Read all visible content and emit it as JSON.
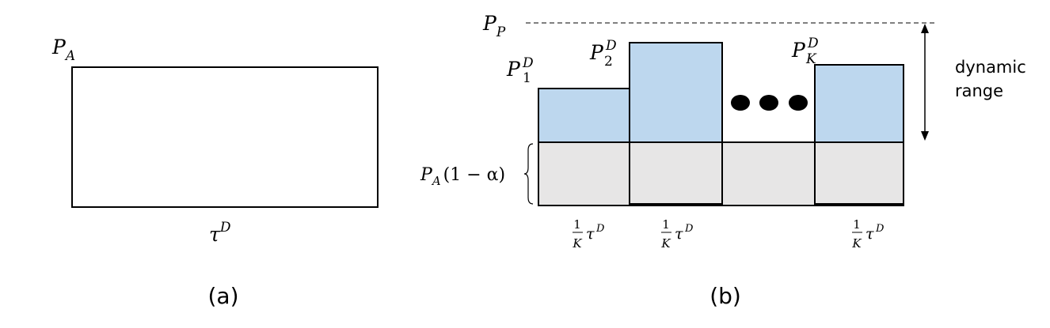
{
  "panel_a": {
    "top_label": {
      "base": "P",
      "sub": "A"
    },
    "bottom_label": {
      "base": "τ",
      "sup": "D"
    },
    "caption": "(a)"
  },
  "panel_b": {
    "peak_label": {
      "base": "P",
      "sub": "P"
    },
    "baseline_label": {
      "base": "P",
      "sub": "A",
      "tail": "(1 − α)"
    },
    "blocks": [
      {
        "label_base": "P",
        "label_sub": "1",
        "label_sup": "D",
        "interval": {
          "num": "1",
          "den": "K",
          "base": "τ",
          "sup": "D"
        }
      },
      {
        "label_base": "P",
        "label_sub": "2",
        "label_sup": "D",
        "interval": {
          "num": "1",
          "den": "K",
          "base": "τ",
          "sup": "D"
        }
      },
      {
        "ellipsis": true
      },
      {
        "label_base": "P",
        "label_sub": "K",
        "label_sup": "D",
        "interval": {
          "num": "1",
          "den": "K",
          "base": "τ",
          "sup": "D"
        }
      }
    ],
    "dynamic_range_label": [
      "dynamic",
      "range"
    ],
    "caption": "(b)"
  },
  "colors": {
    "dynamic_fill": "#bdd7ee",
    "baseline_fill": "#e7e6e6",
    "stroke": "#000000",
    "dot_fill": "#000000"
  }
}
